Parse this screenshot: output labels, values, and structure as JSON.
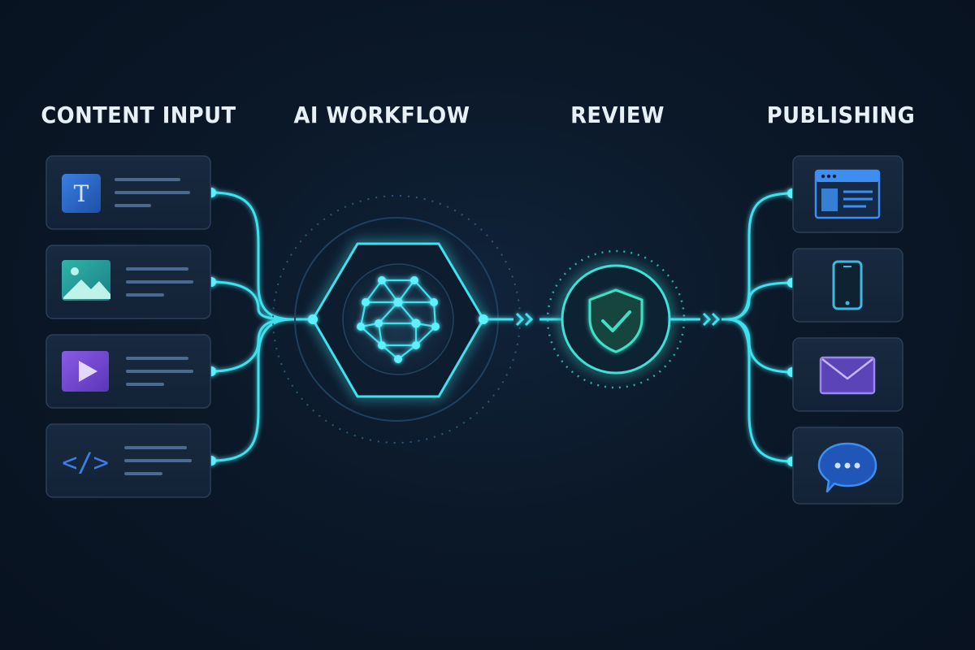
{
  "stages": {
    "input": "CONTENT INPUT",
    "ai": "AI WORKFLOW",
    "review": "REVIEW",
    "publishing": "PUBLISHING"
  },
  "input_items": [
    {
      "icon": "text-icon",
      "glyph": "T"
    },
    {
      "icon": "image-icon"
    },
    {
      "icon": "video-play-icon"
    },
    {
      "icon": "code-icon",
      "glyph": "</>"
    }
  ],
  "output_items": [
    {
      "icon": "browser-window-icon"
    },
    {
      "icon": "mobile-phone-icon"
    },
    {
      "icon": "email-envelope-icon"
    },
    {
      "icon": "chat-bubble-icon"
    }
  ],
  "center_nodes": [
    {
      "icon": "neural-network-icon"
    },
    {
      "icon": "shield-check-icon"
    }
  ],
  "colors": {
    "background": "#0a1524",
    "accent_cyan": "#3fe0ee",
    "card": "#15263a",
    "card_border": "#2c3f57",
    "text_icon_blue": "#2f6fd0",
    "image_icon_teal": "#2aa8a0",
    "video_icon_purple": "#7a4fd6",
    "code_icon_blue": "#3d7de6",
    "envelope_purple": "#7a5ad8"
  }
}
